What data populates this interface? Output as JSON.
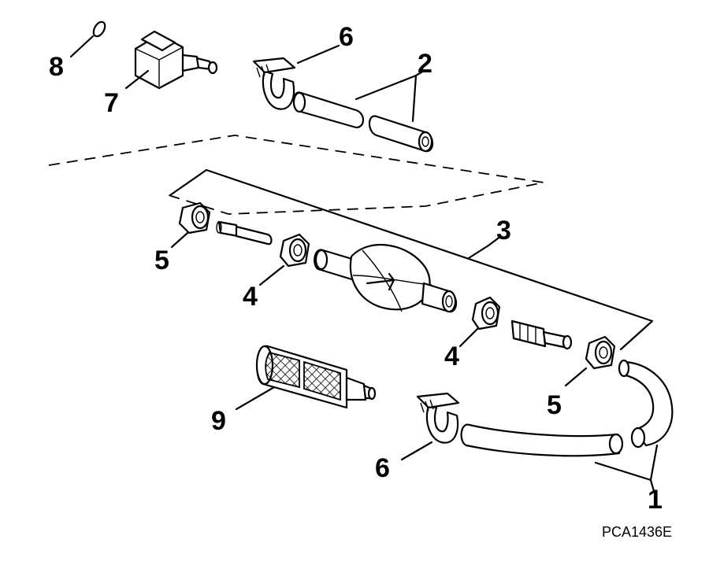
{
  "callouts": {
    "c1": "1",
    "c2": "2",
    "c3": "3",
    "c4a": "4",
    "c4b": "4",
    "c5a": "5",
    "c5b": "5",
    "c6a": "6",
    "c6b": "6",
    "c7": "7",
    "c8": "8",
    "c9": "9"
  },
  "figure_code": "PCA1436E"
}
